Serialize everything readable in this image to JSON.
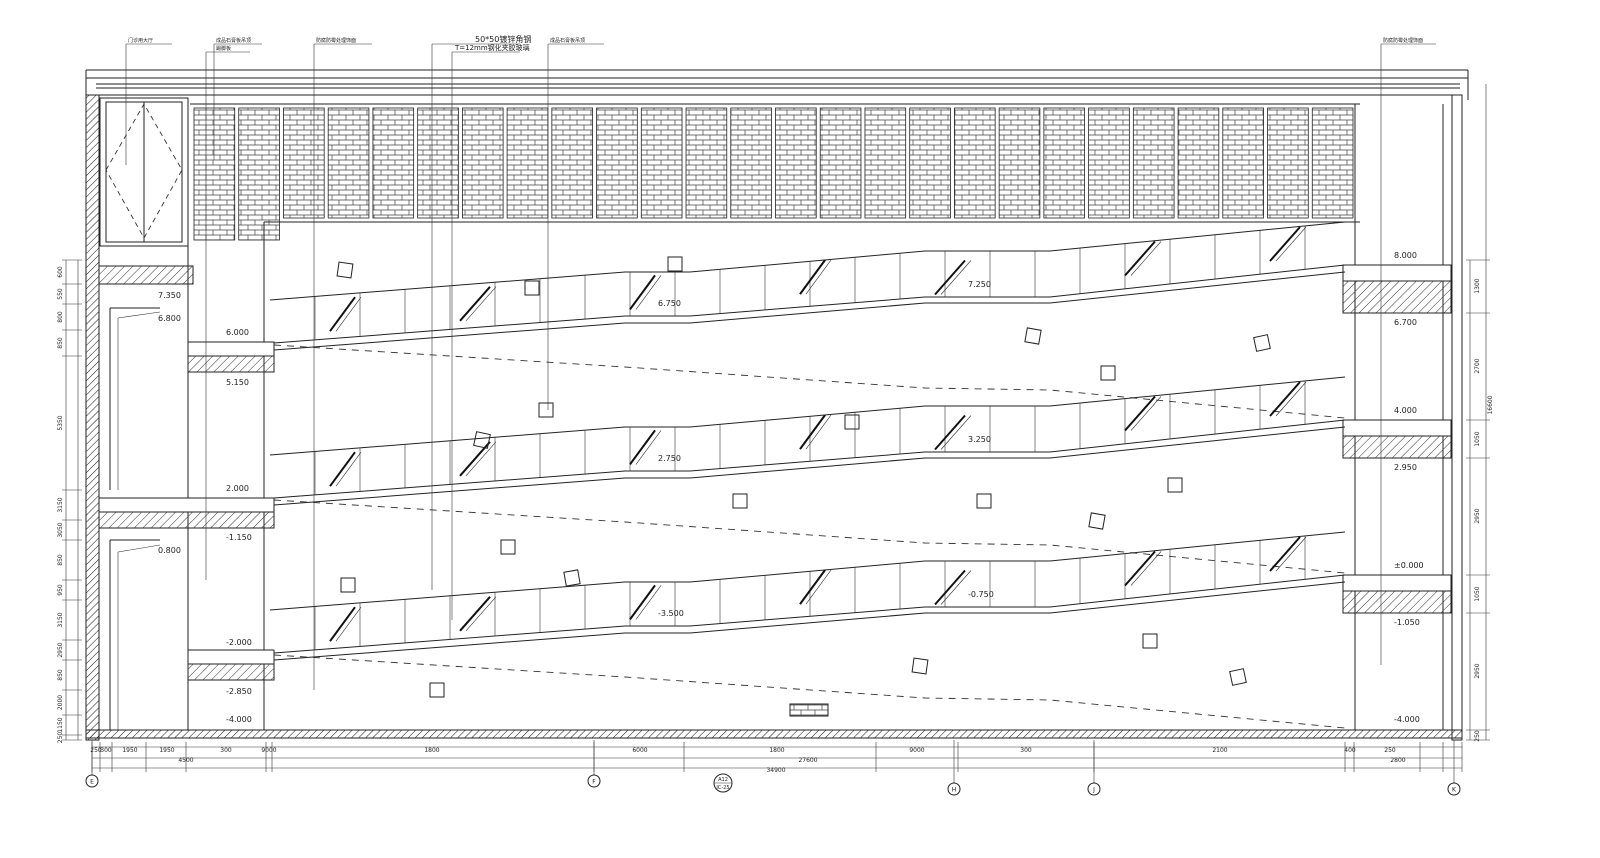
{
  "drawing": {
    "top_notes": [
      "门诊用大厅",
      "成品石膏板吊顶",
      "踢脚板",
      "防腐防霉处理饰面",
      "50*50镀锌角钢",
      "T=12mm钢化夹胶玻璃",
      "成品石膏板吊顶",
      "防腐防霉处理饰面"
    ],
    "levels": {
      "left": [
        "7.350",
        "6.800",
        "6.000",
        "5.150",
        "2.000",
        "-1.150",
        "0.800",
        "-2.000",
        "-2.850",
        "-4.000"
      ],
      "right": [
        "8.000",
        "6.700",
        "4.000",
        "2.950",
        "±0.000",
        "-1.050",
        "-4.000"
      ],
      "ramp1": [
        "6.750",
        "7.250"
      ],
      "ramp2": [
        "2.750",
        "3.250"
      ],
      "ramp3": [
        "-3.500",
        "-0.750"
      ]
    },
    "dims_bottom": [
      "250",
      "300",
      "1950",
      "1950",
      "300",
      "9000",
      "1800",
      "6000",
      "1800",
      "9000",
      "300",
      "2100",
      "400",
      "250"
    ],
    "dims_bottom_2": [
      "4500",
      "27600",
      "2800"
    ],
    "dims_total": "34900",
    "dims_left": [
      "600",
      "550",
      "800",
      "850",
      "5350",
      "3150",
      "3050",
      "850",
      "950",
      "3150",
      "2950",
      "850",
      "2000",
      "1150",
      "250"
    ],
    "dims_right": [
      "1300",
      "2700",
      "16600",
      "1050",
      "2950",
      "1050",
      "2950",
      "250"
    ],
    "axes": [
      "E",
      "F",
      "H",
      "J",
      "K"
    ],
    "section_tag": [
      "A12",
      "IC-25"
    ]
  }
}
